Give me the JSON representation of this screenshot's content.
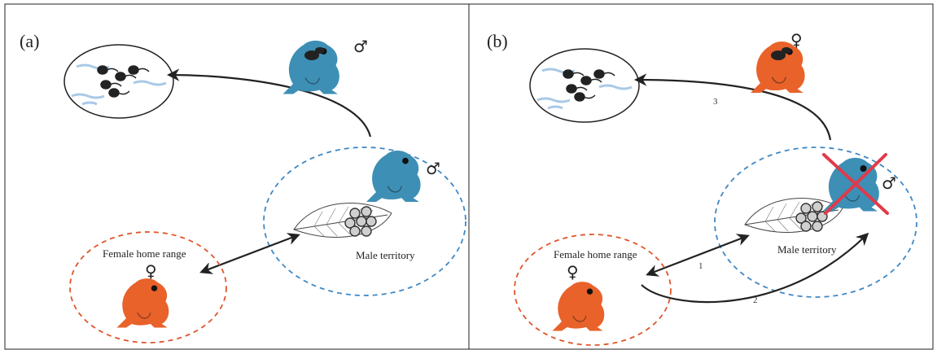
{
  "panels": {
    "a": {
      "label": "(a)",
      "female_range_label": "Female home range",
      "female_symbol": "♀",
      "male_territory_label": "Male territory",
      "transporter_symbol": "♂",
      "territory_male_symbol": "♂"
    },
    "b": {
      "label": "(b)",
      "female_range_label": "Female home range",
      "female_symbol": "♀",
      "male_territory_label": "Male territory",
      "transporter_symbol": "♀",
      "territory_male_symbol": "♂",
      "step1": "1",
      "step2": "2",
      "step3": "3"
    }
  },
  "colors": {
    "male_frog": "#3d8fb5",
    "female_frog": "#e8622a",
    "tadpole": "#222222",
    "water": "#a9c9e6",
    "male_territory_border": "#3f88c5",
    "female_range_border": "#e0552b",
    "removed_cross": "#e03a4a",
    "arrow": "#222222"
  }
}
